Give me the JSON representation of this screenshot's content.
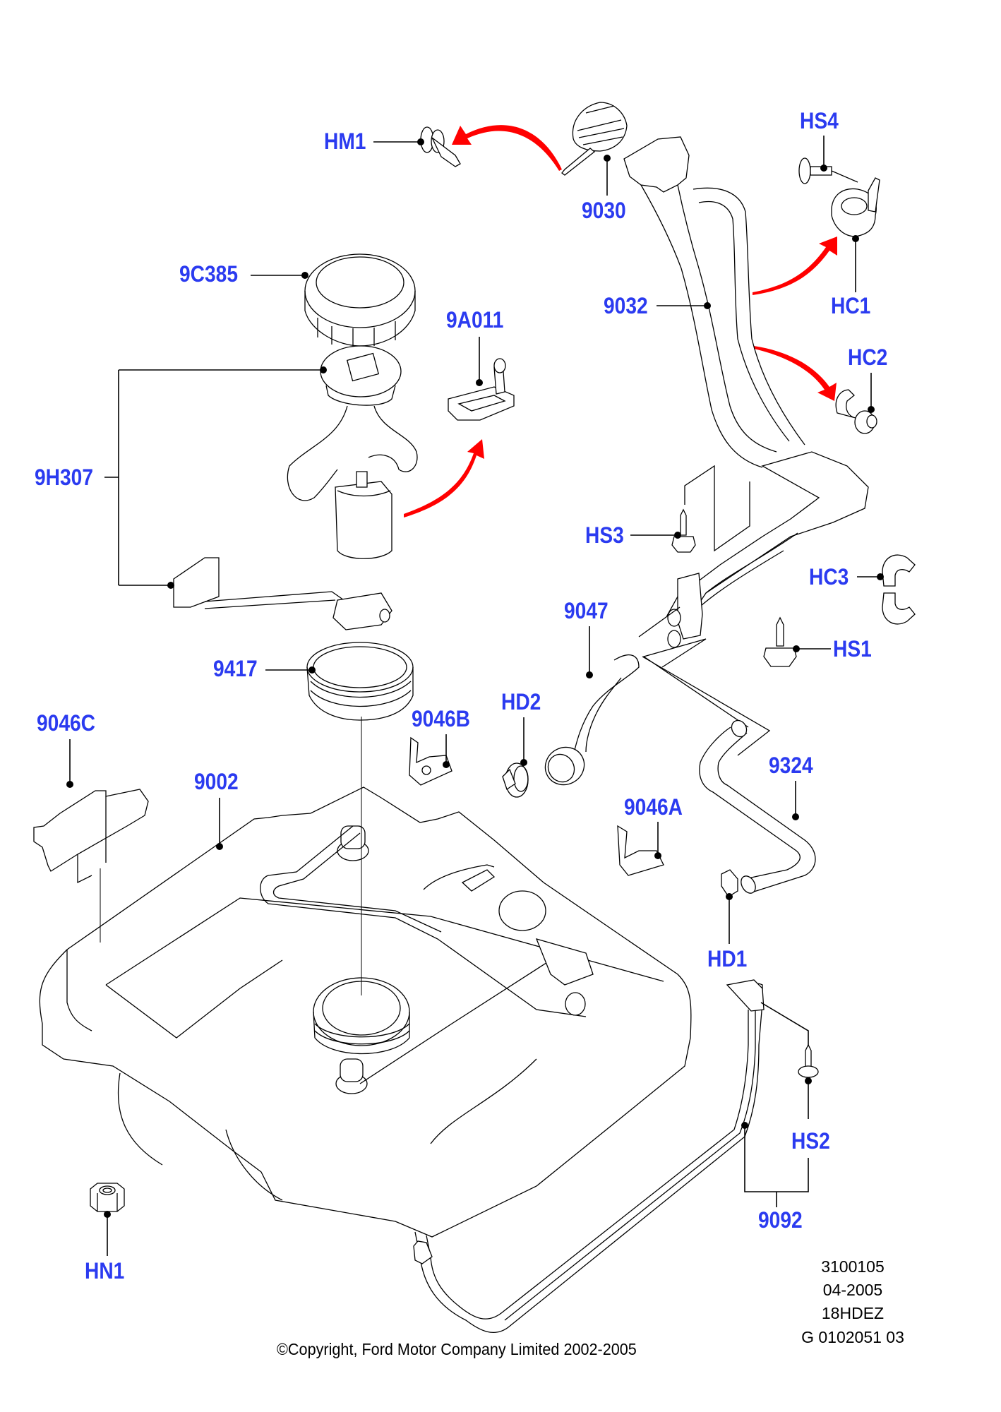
{
  "diagram": {
    "subject": "Fuel tank and filler components",
    "callouts": {
      "hm1": "HM1",
      "c9030": "9030",
      "hs4": "HS4",
      "c9c385": "9C385",
      "c9a011": "9A011",
      "c9032": "9032",
      "hc1": "HC1",
      "hc2": "HC2",
      "c9h307": "9H307",
      "hs3": "HS3",
      "hc3": "HC3",
      "c9047": "9047",
      "hs1": "HS1",
      "c9417": "9417",
      "hd2": "HD2",
      "c9046b": "9046B",
      "c9046c": "9046C",
      "c9002": "9002",
      "c9324": "9324",
      "c9046a": "9046A",
      "hd1": "HD1",
      "hs2": "HS2",
      "c9092": "9092",
      "hn1": "HN1"
    },
    "colors": {
      "callout_text": "#2b3bf0",
      "arrow": "#ff0000",
      "line_art": "#000000"
    }
  },
  "title_block": {
    "line1": "3100105",
    "line2": "04-2005",
    "line3": "18HDEZ",
    "line4": "G 0102051 03"
  },
  "footer": {
    "copyright": "©Copyright, Ford Motor Company Limited 2002-2005"
  }
}
